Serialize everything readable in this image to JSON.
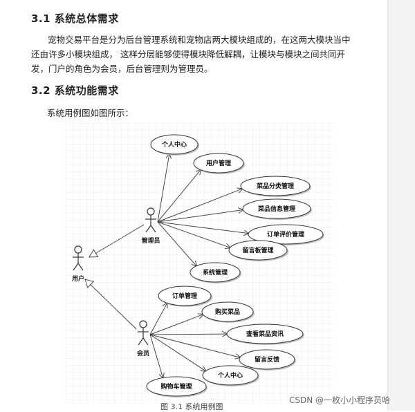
{
  "section1": {
    "heading": "3.1  系统总体需求",
    "paragraph": "宠物交易平台是分为后台管理系统和宠物店两大模块组成的，在这两大模块当中还由许多小模块组成，  这样分层能够使得模块降低解耦，让模块与模块之间共同开发，门户的角色为会员，后台管理则为管理员。"
  },
  "section2": {
    "heading": "3.2  系统功能需求",
    "lead": "系统用例图如图所示："
  },
  "diagram": {
    "actors": {
      "user": "用户",
      "admin": "管理员",
      "member": "会员"
    },
    "admin_usecases": [
      "个人中心",
      "用户管理",
      "菜品分类管理",
      "菜品信息管理",
      "订单评价管理",
      "留言板管理",
      "系统管理"
    ],
    "member_usecases": [
      "订单管理",
      "购买菜品",
      "查看菜品资讯",
      "留言反馈",
      "个人中心",
      "购物车管理"
    ],
    "caption": "图 3.1 系统用例图"
  },
  "watermark": "CSDN @一枚小小程序员哈"
}
